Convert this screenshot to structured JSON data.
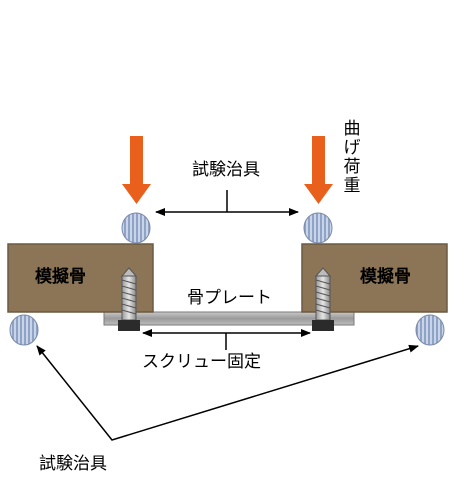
{
  "labels": {
    "fixture_top": "試験治具",
    "fixture_bottom": "試験治具",
    "bending_load": "曲げ荷重",
    "bone_left": "模擬骨",
    "bone_right": "模擬骨",
    "plate": "骨プレート",
    "screw_fix": "スクリュー固定"
  },
  "colors": {
    "bone_block": "#8c7556",
    "bone_block_border": "#6b5a40",
    "load_arrow": "#e8601c",
    "roller": "#aab9d4",
    "plate": "#a7a7a7",
    "line": "#000000"
  }
}
